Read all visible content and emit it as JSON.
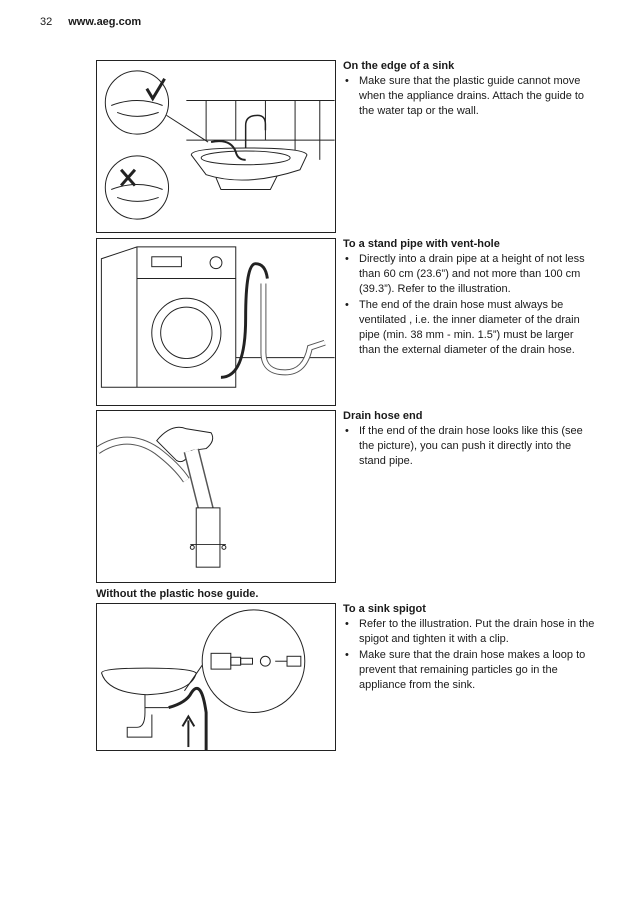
{
  "header": {
    "page_number": "32",
    "website": "www.aeg.com"
  },
  "caption_without_guide": "Without the plastic hose guide.",
  "sections": [
    {
      "title": "On the edge of a sink",
      "bullets": [
        "Make sure that the plastic guide cannot move when the appliance drains. Attach the guide to the water tap or the wall."
      ]
    },
    {
      "title": "To a stand pipe with vent-hole",
      "bullets": [
        "Directly into a drain pipe at a height of not less than 60 cm (23.6”) and not more than 100 cm (39.3”). Refer to the illustration.",
        "The end of the drain hose must always be ventilated , i.e. the inner diameter of the drain pipe (min. 38 mm - min. 1.5”) must be larger than the external diameter of the drain hose."
      ]
    },
    {
      "title": "Drain hose end",
      "bullets": [
        "If the end of the drain hose looks like this (see the picture), you can push it directly into the stand pipe."
      ]
    },
    {
      "title": "To a sink spigot",
      "bullets": [
        "Refer to the illustration. Put the drain hose in the spigot and tighten it with a clip.",
        "Make sure that the drain hose makes a loop to prevent that remaining particles go in the appliance from the sink."
      ]
    }
  ]
}
